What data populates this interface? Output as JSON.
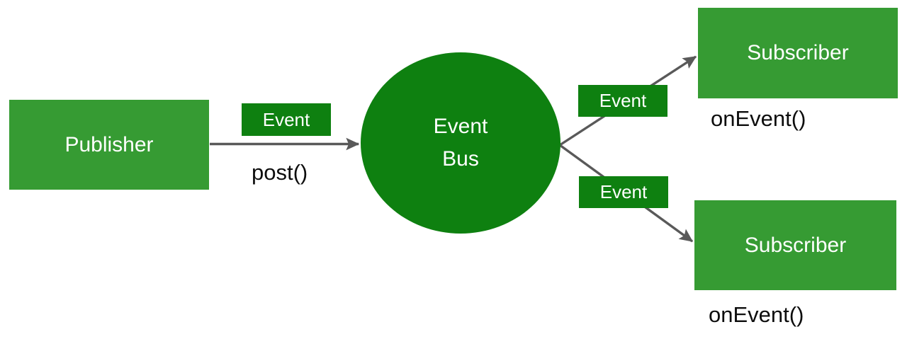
{
  "diagram": {
    "title": "Event Bus publish-subscribe diagram",
    "colors": {
      "node_green": "#369B33",
      "accent_green": "#0E8010",
      "edge_gray": "#595959",
      "text_dark": "#0D0D0D",
      "text_light": "#FFFFFF",
      "background": "#FFFFFF"
    },
    "nodes": {
      "publisher": {
        "label": "Publisher"
      },
      "event_bus": {
        "line1": "Event",
        "line2": "Bus"
      },
      "subscriber_top": {
        "label": "Subscriber"
      },
      "subscriber_bottom": {
        "label": "Subscriber"
      }
    },
    "edge_labels": {
      "event_post": "Event",
      "event_top": "Event",
      "event_bottom": "Event"
    },
    "method_labels": {
      "post": "post()",
      "on_event_top": "onEvent()",
      "on_event_bottom": "onEvent()"
    }
  }
}
